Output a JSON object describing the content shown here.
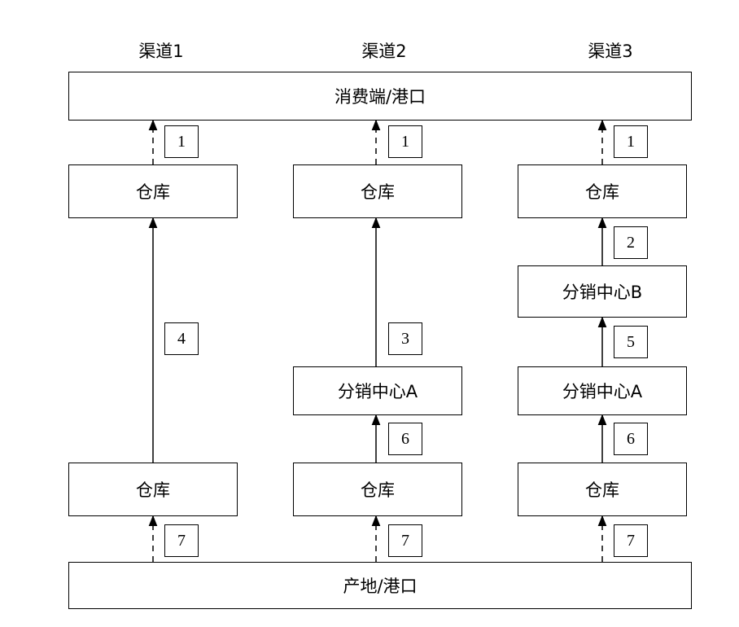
{
  "channels": [
    {
      "label": "渠道1"
    },
    {
      "label": "渠道2"
    },
    {
      "label": "渠道3"
    }
  ],
  "top_box": {
    "label": "消费端/港口"
  },
  "bottom_box": {
    "label": "产地/港口"
  },
  "nodes": {
    "warehouse": "仓库",
    "dist_a": "分销中心A",
    "dist_b": "分销中心B"
  },
  "edge_labels": {
    "c1_top": "1",
    "c1_mid": "4",
    "c1_bottom": "7",
    "c2_top": "1",
    "c2_upper": "3",
    "c2_lower": "6",
    "c2_bottom": "7",
    "c3_top": "1",
    "c3_a": "2",
    "c3_b": "5",
    "c3_c": "6",
    "c3_bottom": "7"
  }
}
